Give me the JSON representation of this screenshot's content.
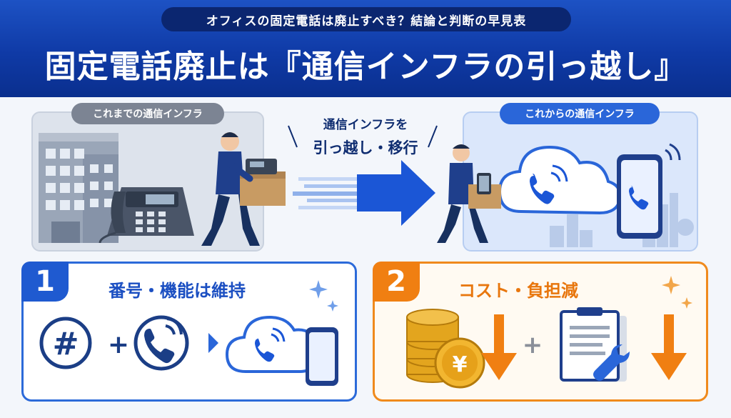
{
  "header": {
    "subtitle": "オフィスの固定電話は廃止すべき？結論と判断の早見表",
    "title": "固定電話廃止は『通信インフラの引っ越し』"
  },
  "panels": {
    "old_label": "これまでの通信インフラ",
    "new_label": "これからの通信インフラ"
  },
  "migration": {
    "line1": "通信インフラを",
    "line2": "引っ越し・移行"
  },
  "cards": [
    {
      "number": "1",
      "title": "番号・機能は維持",
      "accent": "#1f5ad0"
    },
    {
      "number": "2",
      "title": "コスト・負担減",
      "accent": "#f07f12"
    }
  ],
  "symbols": {
    "plus": "+",
    "hash": "#",
    "yen": "¥"
  },
  "colors": {
    "header_blue": "#1d52c4",
    "accent_blue": "#2a66d9",
    "accent_orange": "#f07f12"
  }
}
